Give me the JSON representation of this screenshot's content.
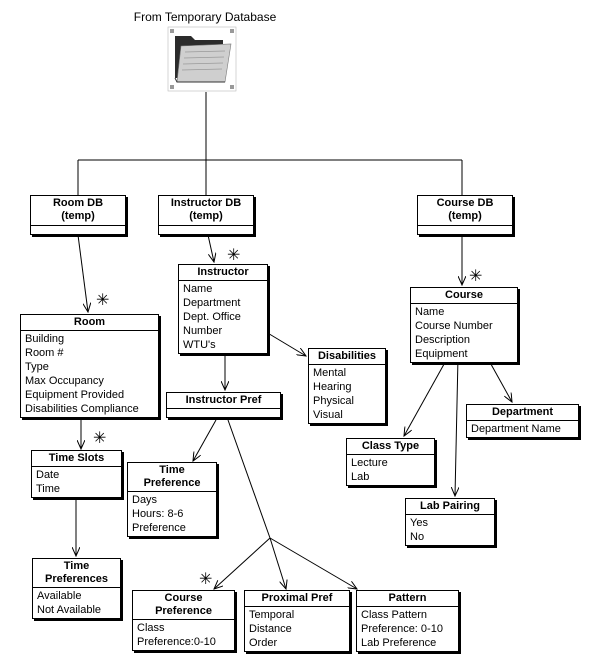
{
  "header": {
    "title": "From Temporary Database"
  },
  "icon": {
    "name": "folder-icon"
  },
  "db_boxes": {
    "room_db": {
      "l1": "Room DB",
      "l2": "(temp)"
    },
    "instructor_db": {
      "l1": "Instructor DB",
      "l2": "(temp)"
    },
    "course_db": {
      "l1": "Course DB",
      "l2": "(temp)"
    }
  },
  "entities": {
    "room": {
      "title": "Room",
      "fields": [
        "Building",
        "Room #",
        "Type",
        "Max Occupancy",
        "Equipment Provided",
        "Disabilities Compliance"
      ]
    },
    "instructor": {
      "title": "Instructor",
      "fields": [
        "Name",
        "Department",
        "Dept. Office",
        "Number",
        "WTU's"
      ]
    },
    "course": {
      "title": "Course",
      "fields": [
        "Name",
        "Course Number",
        "Description",
        "Equipment"
      ]
    },
    "disabilities": {
      "title": "Disabilities",
      "fields": [
        "Mental",
        "Hearing",
        "Physical",
        "Visual"
      ]
    },
    "instructor_pref": {
      "title": "Instructor Pref",
      "fields": []
    },
    "time_slots": {
      "title": "Time Slots",
      "fields": [
        "Date",
        "Time"
      ]
    },
    "time_preference": {
      "title_l1": "Time",
      "title_l2": "Preference",
      "fields": [
        "Days",
        "Hours: 8-6",
        "Preference"
      ]
    },
    "department": {
      "title": "Department",
      "fields": [
        "Department Name"
      ]
    },
    "class_type": {
      "title": "Class Type",
      "fields": [
        "Lecture",
        "Lab"
      ]
    },
    "lab_pairing": {
      "title": "Lab Pairing",
      "fields": [
        "Yes",
        "No"
      ]
    },
    "time_preferences": {
      "title_l1": "Time",
      "title_l2": "Preferences",
      "fields": [
        "Available",
        "Not Available"
      ]
    },
    "course_preference": {
      "title_l1": "Course",
      "title_l2": "Preference",
      "fields": [
        "Class",
        "Preference:0-10"
      ]
    },
    "proximal_pref": {
      "title": "Proximal Pref",
      "fields": [
        "Temporal",
        "Distance",
        "Order"
      ]
    },
    "pattern": {
      "title": "Pattern",
      "fields": [
        "Class Pattern",
        "Preference: 0-10",
        "Lab Preference"
      ]
    }
  },
  "multiplicity_marker": "✳"
}
